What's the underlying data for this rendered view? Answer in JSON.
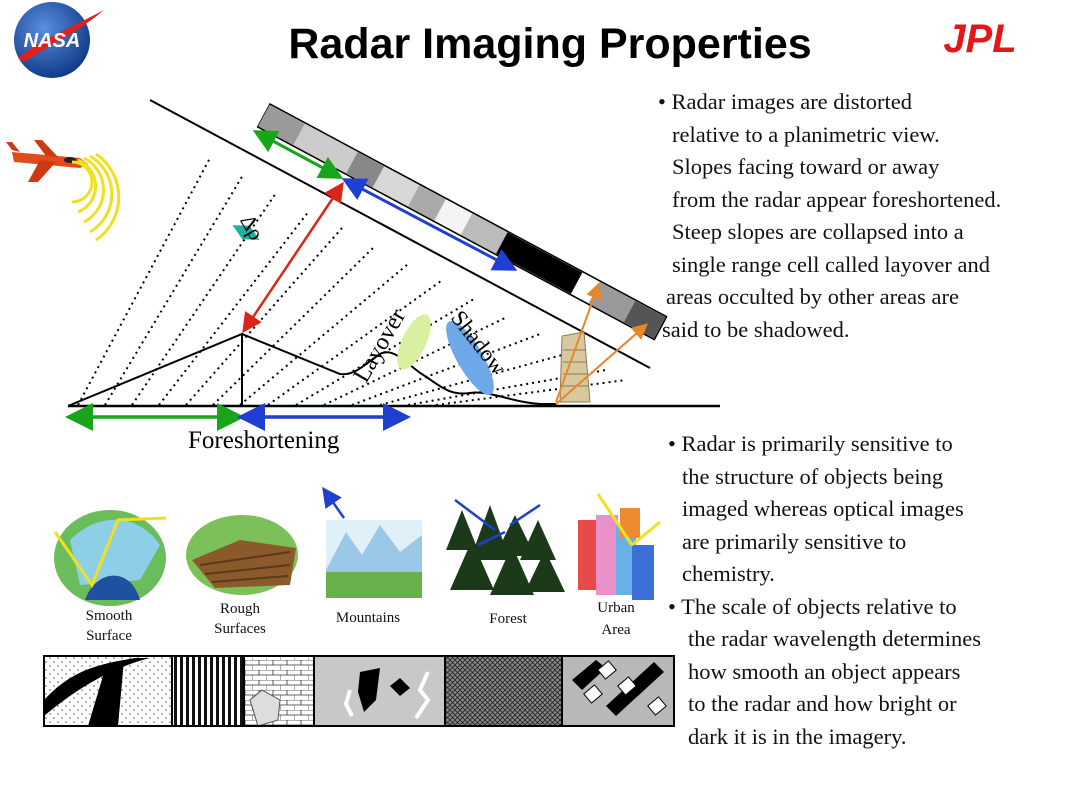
{
  "header": {
    "title": "Radar Imaging Properties",
    "left_logo_text": "NASA",
    "right_logo_text": "JPL"
  },
  "diagram": {
    "delta_rho_label": "Δρ",
    "layover_label": "Layover",
    "shadow_label": "Shadow",
    "foreshortening_label": "Foreshortening"
  },
  "surfaces": [
    {
      "line1": "Smooth",
      "line2": "Surface"
    },
    {
      "line1": "Rough",
      "line2": "Surfaces"
    },
    {
      "line1": "Mountains",
      "line2": ""
    },
    {
      "line1": "Forest",
      "line2": ""
    },
    {
      "line1": "Urban",
      "line2": "Area"
    }
  ],
  "bullets_top": [
    "• Radar images are distorted",
    "relative to a planimetric view.",
    "Slopes facing toward or away",
    "from the radar appear foreshortened.",
    "Steep slopes are collapsed into a",
    "single range cell called layover and",
    "areas occulted by other areas are",
    "said to be shadowed."
  ],
  "bullets_bottom": [
    "• Radar is primarily sensitive to",
    "the structure of objects being",
    "imaged whereas optical images",
    "are primarily sensitive to",
    "chemistry.",
    "• The scale of objects relative to",
    "the radar wavelength determines",
    "how smooth an object appears",
    "to the radar and how bright or",
    "dark it is in the imagery."
  ],
  "colors": {
    "green_arrow": "#19a519",
    "blue_arrow": "#1f3fd0",
    "red_arrow": "#d8261a",
    "orange_arrow": "#e8862a",
    "layover_blob": "#d8f0a0",
    "shadow_blob": "#6ea8e8",
    "nasa_blue": "#1f4fa8",
    "jpl_red": "#e01818"
  }
}
